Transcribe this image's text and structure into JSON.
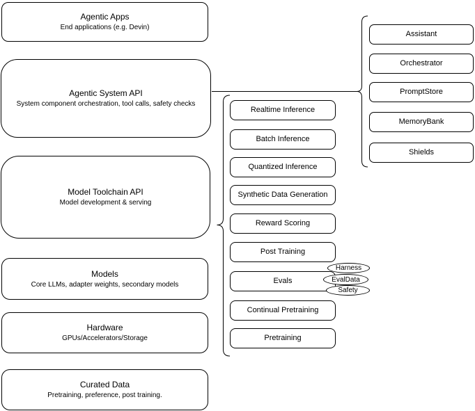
{
  "canvas": {
    "background": "#ffffff",
    "stroke_color": "#000000",
    "text_color": "#000000"
  },
  "stack_layers": [
    {
      "title": "Agentic Apps",
      "subtitle": "End applications (e.g. Devin)"
    },
    {
      "title": "Agentic System API",
      "subtitle": "System component orchestration, tool calls, safety checks"
    },
    {
      "title": "Model Toolchain API",
      "subtitle": "Model development & serving"
    },
    {
      "title": "Models",
      "subtitle": "Core LLMs, adapter weights, secondary models"
    },
    {
      "title": "Hardware",
      "subtitle": "GPUs/Accelerators/Storage"
    },
    {
      "title": "Curated Data",
      "subtitle": "Pretraining, preference, post training."
    }
  ],
  "toolchain_items": [
    "Realtime Inference",
    "Batch Inference",
    "Quantized Inference",
    "Synthetic Data Generation",
    "Reward Scoring",
    "Post Training",
    "Evals",
    "Continual Pretraining",
    "Pretraining"
  ],
  "evals_badges": [
    "Harness",
    "EvalData",
    "Safety"
  ],
  "system_components": [
    "Assistant",
    "Orchestrator",
    "PromptStore",
    "MemoryBank",
    "Shields"
  ]
}
